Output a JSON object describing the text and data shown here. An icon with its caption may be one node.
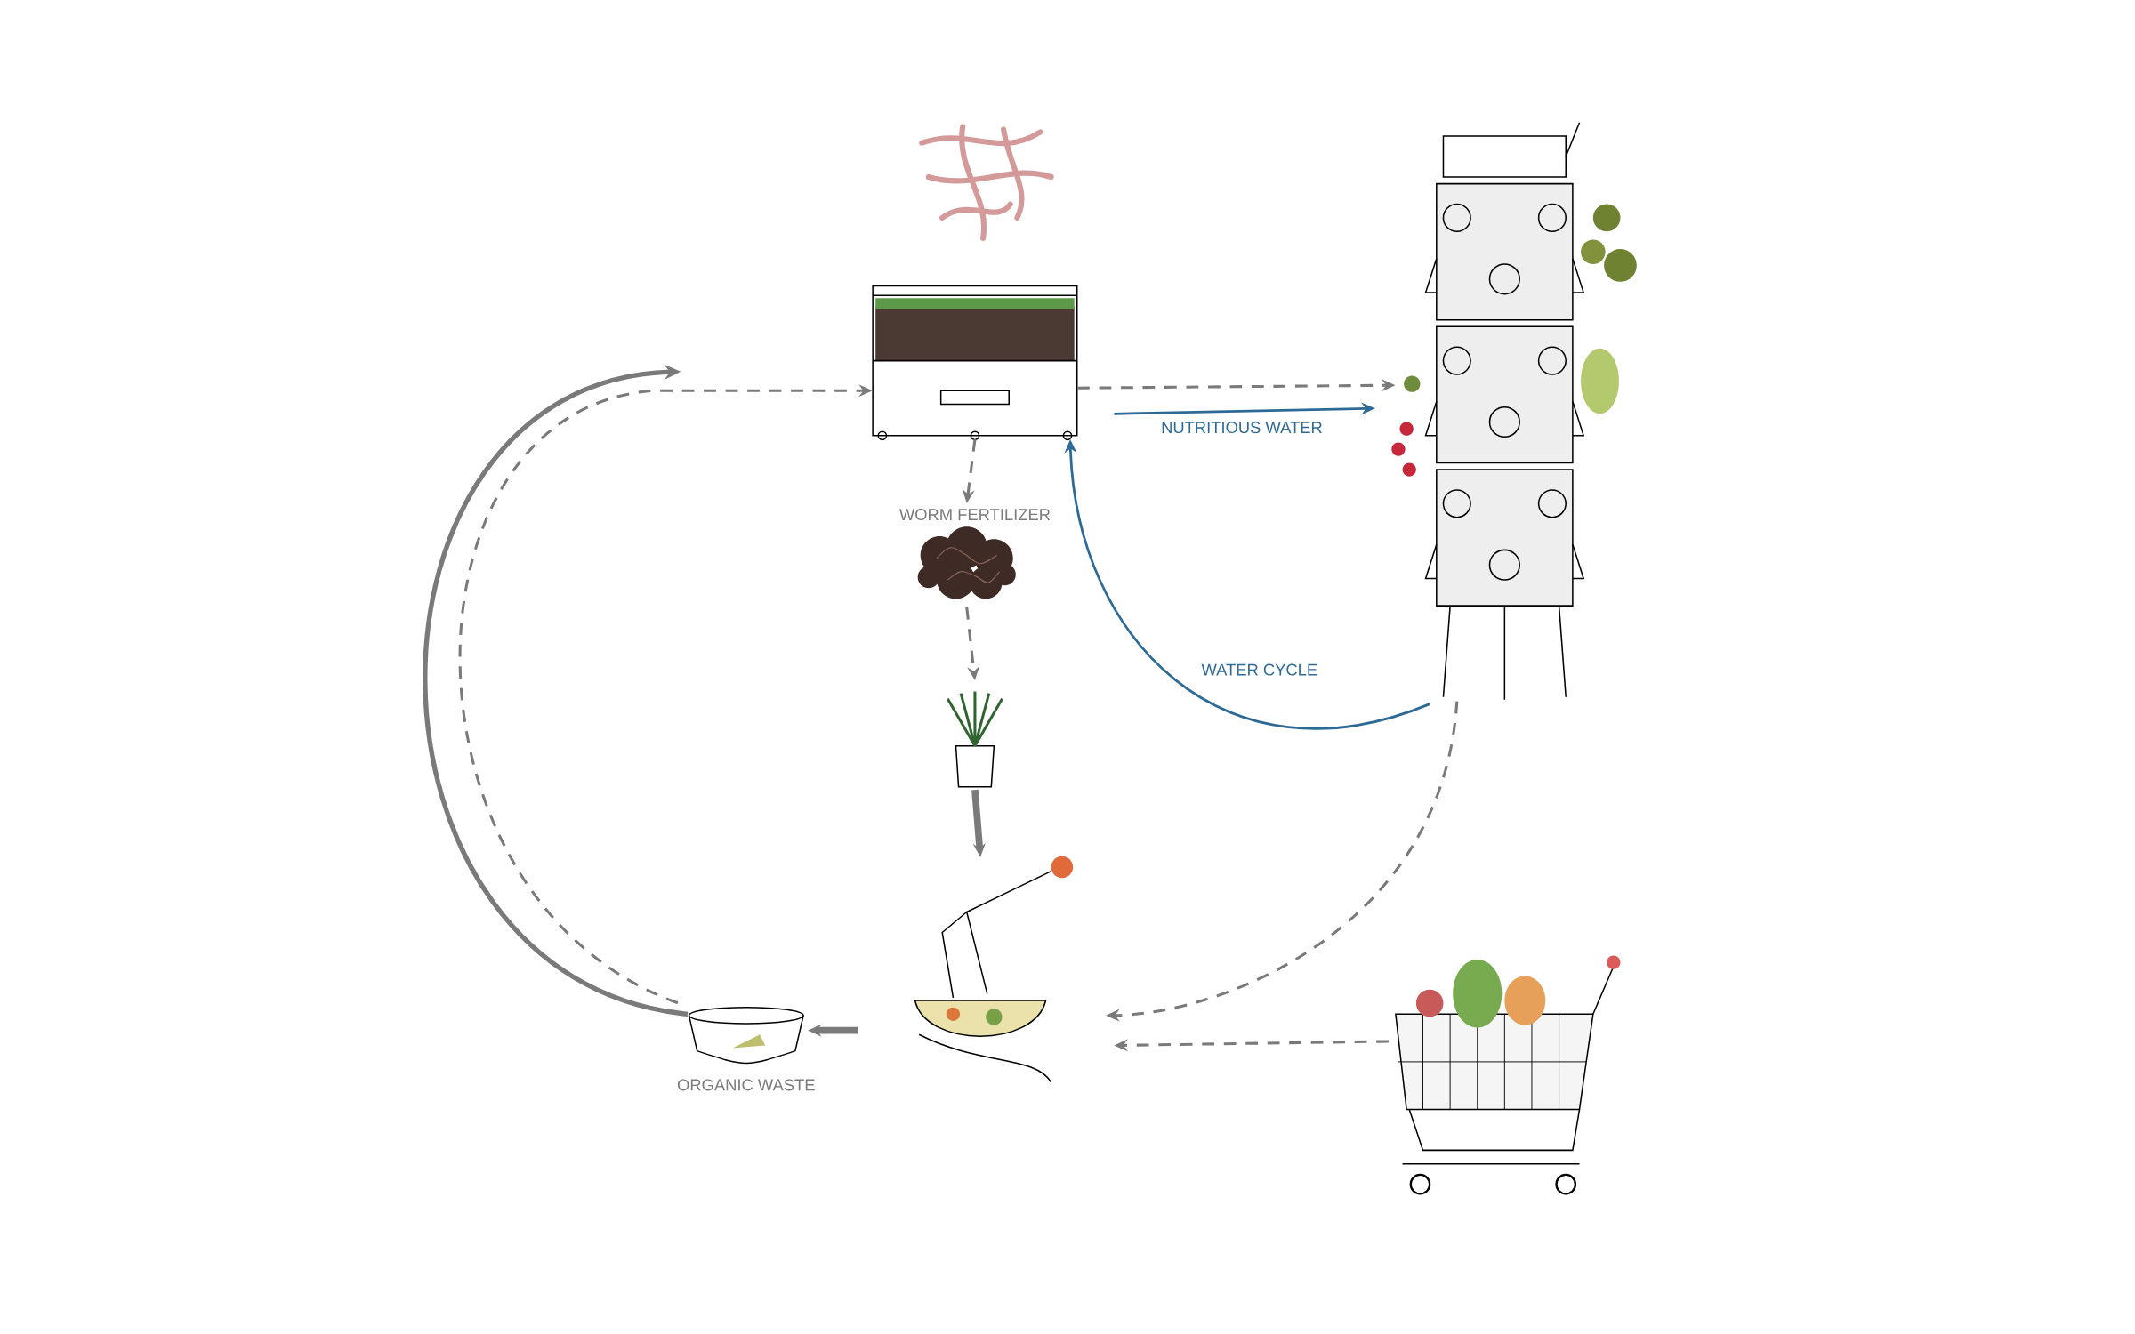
{
  "diagram": {
    "nodes": [
      {
        "text": [],
        "shape": "picture"
      },
      {
        "text": [],
        "shape": "picture"
      },
      {
        "text": [],
        "shape": "picture"
      },
      {
        "text": [],
        "shape": "picture",
        "beside": [
          "WORM FERTILIZER"
        ]
      },
      {
        "text": [],
        "shape": "picture"
      },
      {
        "text": [],
        "shape": "picture"
      },
      {
        "text": [],
        "shape": "picture",
        "beside": [
          "ORGANIC WASTE"
        ]
      },
      {
        "text": [],
        "shape": "picture"
      }
    ],
    "edges": [
      {
        "from": 1,
        "to": 2,
        "arrow": "to",
        "style": "dashed"
      },
      {
        "from": 1,
        "to": 2,
        "arrow": "to",
        "label": "NUTRITIOUS WATER",
        "color": "#2e6a96"
      },
      {
        "from": 2,
        "to": 1,
        "arrow": "to",
        "label": "WATER CYCLE",
        "color": "#2e6a96"
      },
      {
        "from": 1,
        "to": 3,
        "arrow": "to",
        "style": "dashed"
      },
      {
        "from": 3,
        "to": 4,
        "arrow": "to",
        "style": "dashed"
      },
      {
        "from": 4,
        "to": 5,
        "arrow": "to",
        "style": "thick"
      },
      {
        "from": 5,
        "to": 6,
        "arrow": "to",
        "style": "thick"
      },
      {
        "from": 6,
        "to": 1,
        "arrow": "to",
        "style": "dashed"
      },
      {
        "from": 2,
        "to": 5,
        "arrow": "to",
        "style": "dashed"
      },
      {
        "from": 7,
        "to": 5,
        "arrow": "to",
        "style": "dashed"
      }
    ]
  }
}
